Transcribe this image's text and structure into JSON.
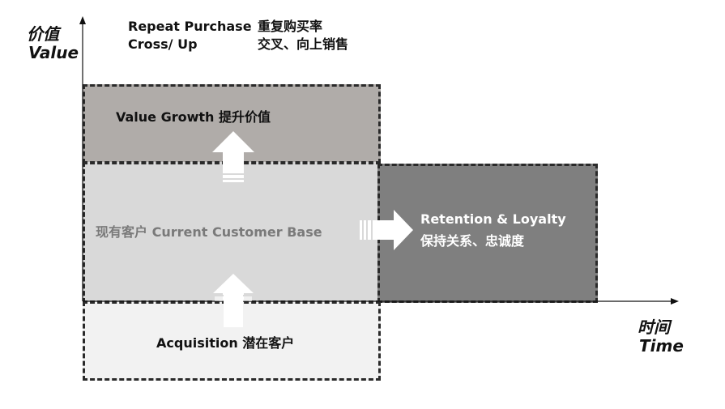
{
  "axes": {
    "y_title_cn": "价值",
    "y_title_en": "Value",
    "x_title_cn": "时间",
    "x_title_en": "Time"
  },
  "top_notes": [
    {
      "en": "Repeat Purchase",
      "cn": "重复购买率"
    },
    {
      "en": "Cross/ Up",
      "cn": "交叉、向上销售"
    }
  ],
  "boxes": {
    "value_growth": {
      "label": "Value Growth 提升价值",
      "fill": "#b0aca9"
    },
    "current_base": {
      "label": "现有客户 Current Customer Base",
      "fill": "#d9d9d9",
      "text_color": "#7a7a7a"
    },
    "acquisition": {
      "label": "Acquisition 潜在客户",
      "fill": "#f2f2f2"
    },
    "retention": {
      "line1": "Retention & Loyalty",
      "line2": "保持关系、忠诚度",
      "fill": "#7f7f7f",
      "text_color": "#ffffff"
    }
  }
}
